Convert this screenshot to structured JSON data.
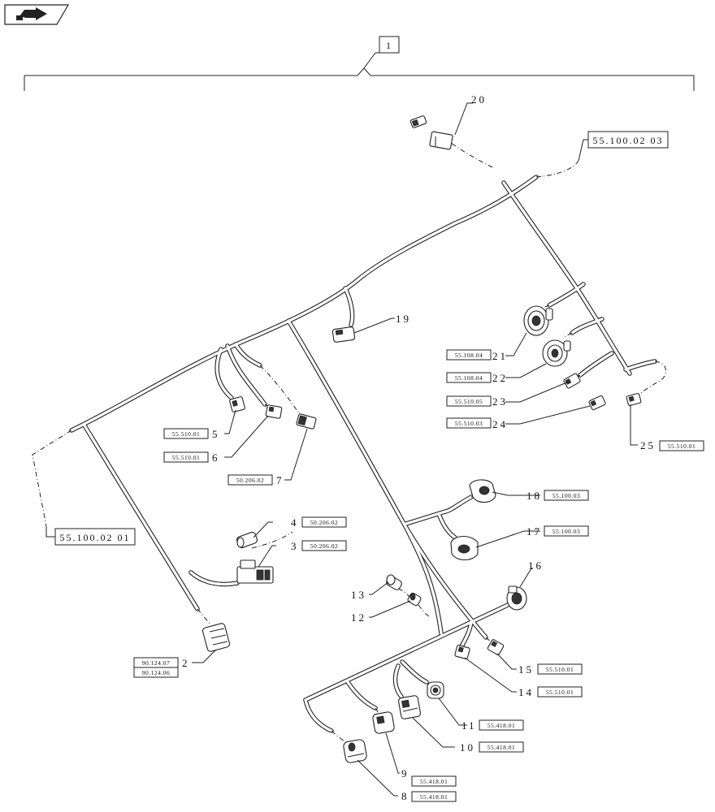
{
  "diagram": {
    "assembly": {
      "label": "1"
    },
    "sections": [
      {
        "id": "top-right",
        "label": "55.100.02 03"
      },
      {
        "id": "left",
        "label": "55.100.02 01"
      }
    ],
    "parts": [
      {
        "num": "2",
        "refs": [
          "90.124.07",
          "90.124.06"
        ]
      },
      {
        "num": "3",
        "refs": [
          "50.206.02"
        ]
      },
      {
        "num": "4",
        "refs": [
          "50.206.02"
        ]
      },
      {
        "num": "5",
        "refs": [
          "55.510.01"
        ]
      },
      {
        "num": "6",
        "refs": [
          "55.510.01"
        ]
      },
      {
        "num": "7",
        "refs": [
          "50.206.02"
        ]
      },
      {
        "num": "8",
        "refs": [
          "55.418.01"
        ]
      },
      {
        "num": "9",
        "refs": [
          "55.418.01"
        ]
      },
      {
        "num": "10",
        "refs": [
          "55.418.01"
        ]
      },
      {
        "num": "11",
        "refs": [
          "55.418.01"
        ]
      },
      {
        "num": "12",
        "refs": []
      },
      {
        "num": "13",
        "refs": []
      },
      {
        "num": "14",
        "refs": [
          "55.510.01"
        ]
      },
      {
        "num": "15",
        "refs": [
          "55.510.01"
        ]
      },
      {
        "num": "16",
        "refs": []
      },
      {
        "num": "17",
        "refs": [
          "55.100.03"
        ]
      },
      {
        "num": "18",
        "refs": [
          "55.100.03"
        ]
      },
      {
        "num": "19",
        "refs": []
      },
      {
        "num": "20",
        "refs": []
      },
      {
        "num": "21",
        "refs": [
          "55.108.04"
        ]
      },
      {
        "num": "22",
        "refs": [
          "55.108.04"
        ]
      },
      {
        "num": "23",
        "refs": [
          "55.510.05"
        ]
      },
      {
        "num": "24",
        "refs": [
          "55.510.03"
        ]
      },
      {
        "num": "25",
        "refs": [
          "55.510.01"
        ]
      }
    ]
  }
}
